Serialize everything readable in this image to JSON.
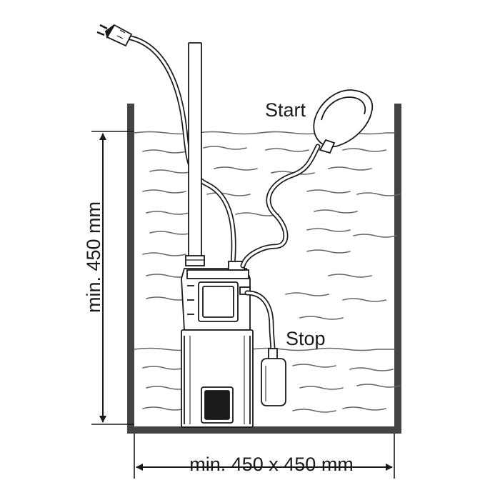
{
  "labels": {
    "start": "Start",
    "stop": "Stop",
    "height": "min. 450 mm",
    "width": "min. 450 x 450 mm"
  },
  "colors": {
    "stroke": "#1a1a1a",
    "wall": "#444444",
    "water": "#666666",
    "background": "#ffffff"
  }
}
